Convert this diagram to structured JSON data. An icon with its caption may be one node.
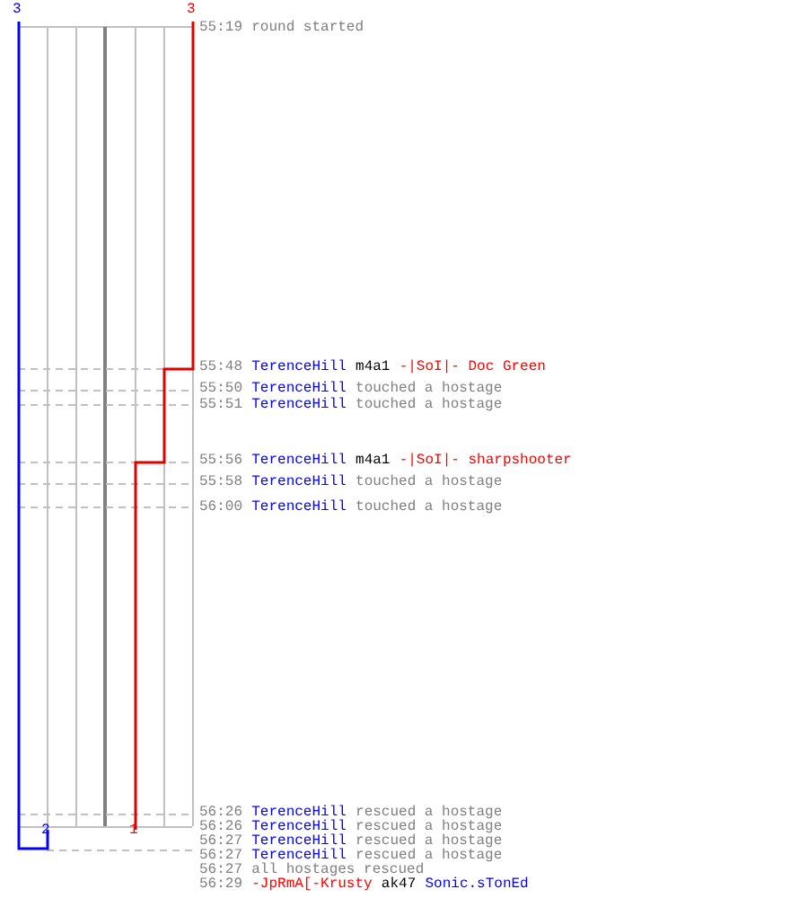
{
  "diagram": {
    "labels": [
      "3",
      "3",
      "55:19",
      "round started",
      "55:48",
      "TerenceHill",
      "m4a1",
      "-|SoI|- Doc Green",
      "55:50",
      "TerenceHill",
      "touched a hostage",
      "55:51",
      "TerenceHill",
      "touched a hostage",
      "55:56",
      "TerenceHill",
      "m4a1",
      "-|SoI|- sharpshooter",
      "55:58",
      "TerenceHill",
      "touched a hostage",
      "56:00",
      "TerenceHill",
      "touched a hostage",
      "56:26",
      "TerenceHill",
      "rescued a hostage",
      "2",
      "1",
      "56:26",
      "TerenceHill",
      "rescued a hostage",
      "56:27",
      "TerenceHill",
      "rescued a hostage",
      "56:27",
      "TerenceHill",
      "rescued a hostage",
      "56:27",
      "all hostages rescued",
      "56:29",
      "-JpRmA[-Krusty",
      "ak47",
      "Sonic.sTonEd"
    ]
  }
}
